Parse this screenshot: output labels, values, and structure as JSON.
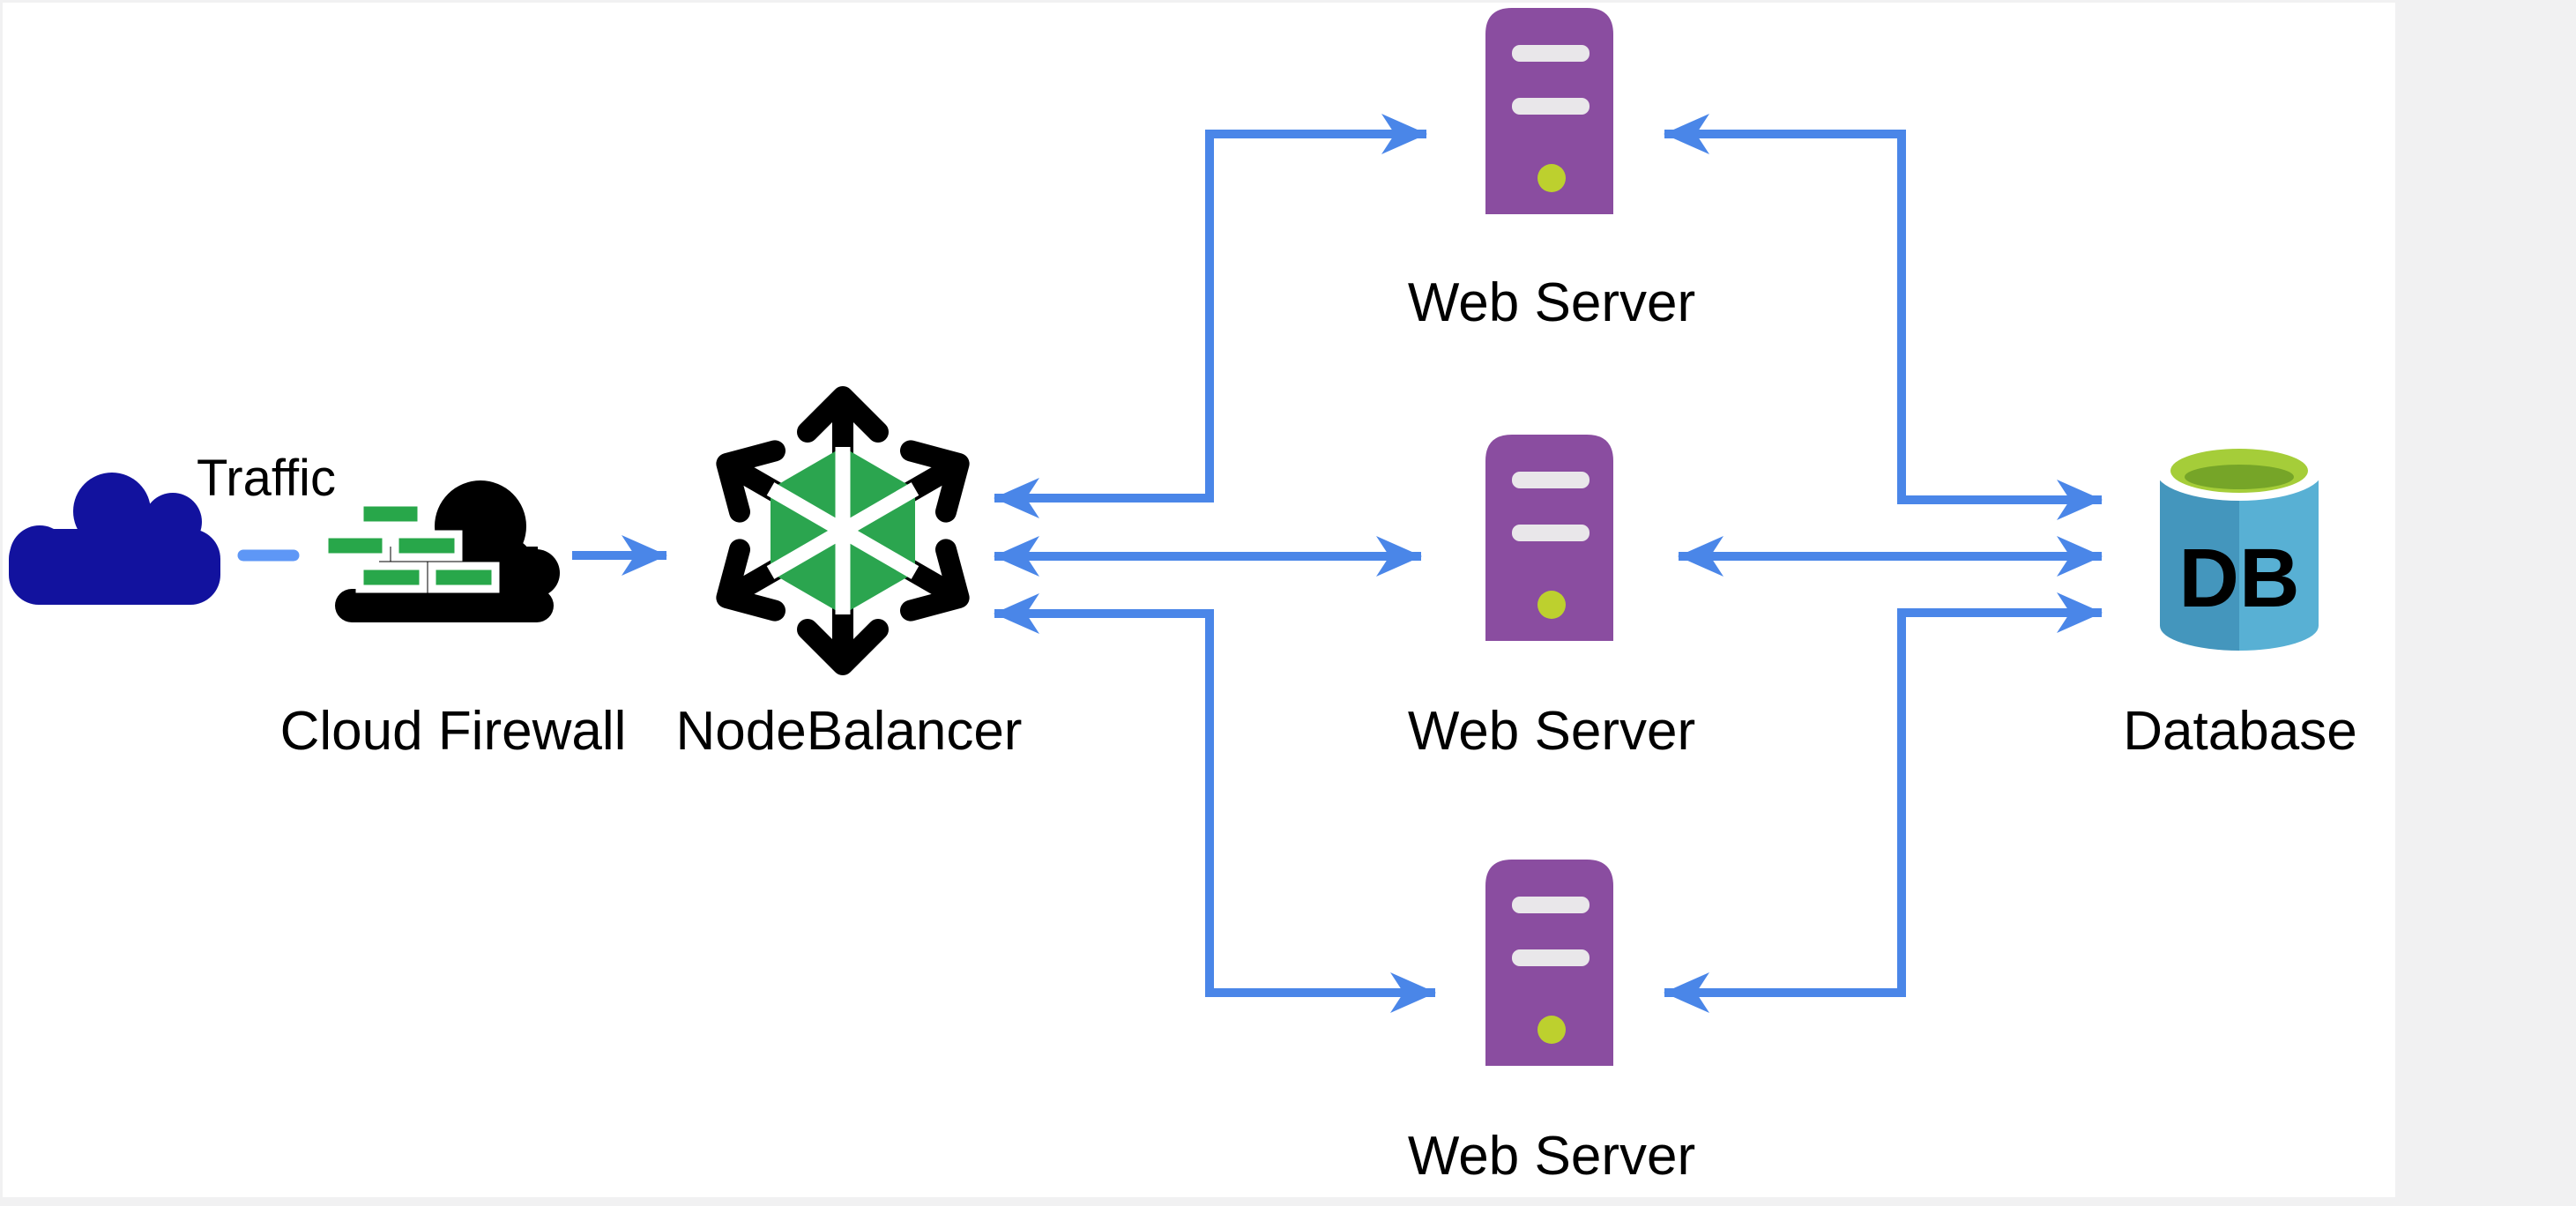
{
  "diagram": {
    "nodes": {
      "traffic": {
        "label": "Traffic"
      },
      "cloud_firewall": {
        "label": "Cloud Firewall"
      },
      "nodebalancer": {
        "label": "NodeBalancer"
      },
      "web_server_top": {
        "label": "Web Server"
      },
      "web_server_middle": {
        "label": "Web Server"
      },
      "web_server_bottom": {
        "label": "Web Server"
      },
      "database": {
        "label": "Database",
        "badge": "DB"
      }
    },
    "edges": [
      {
        "from": "traffic",
        "to": "cloud_firewall",
        "style": "dashed",
        "direction": "none"
      },
      {
        "from": "cloud_firewall",
        "to": "nodebalancer",
        "style": "solid",
        "direction": "one-way"
      },
      {
        "from": "nodebalancer",
        "to": "web_server_top",
        "style": "solid",
        "direction": "two-way"
      },
      {
        "from": "nodebalancer",
        "to": "web_server_middle",
        "style": "solid",
        "direction": "two-way"
      },
      {
        "from": "nodebalancer",
        "to": "web_server_bottom",
        "style": "solid",
        "direction": "two-way"
      },
      {
        "from": "web_server_top",
        "to": "database",
        "style": "solid",
        "direction": "two-way"
      },
      {
        "from": "web_server_middle",
        "to": "database",
        "style": "solid",
        "direction": "two-way"
      },
      {
        "from": "web_server_bottom",
        "to": "database",
        "style": "solid",
        "direction": "two-way"
      }
    ],
    "colors": {
      "background": "#f1f1f2",
      "canvas": "#ffffff",
      "arrow": "#4a86e8",
      "dash": "#5e97f6",
      "traffic_cloud": "#12129e",
      "firewall_black": "#000000",
      "brick_green": "#28a74a",
      "nb_green": "#2ba54f",
      "nb_black": "#000000",
      "server_purple": "#8a4da0",
      "server_slot": "#e9e7ea",
      "server_led": "#bdd02e",
      "db_left": "#4496bd",
      "db_right": "#58b0d4",
      "db_rim": "#ffffff",
      "db_top": "#a5cd39",
      "db_top_dark": "#76a528",
      "db_text": "#ffffff",
      "label": "#000000"
    }
  }
}
